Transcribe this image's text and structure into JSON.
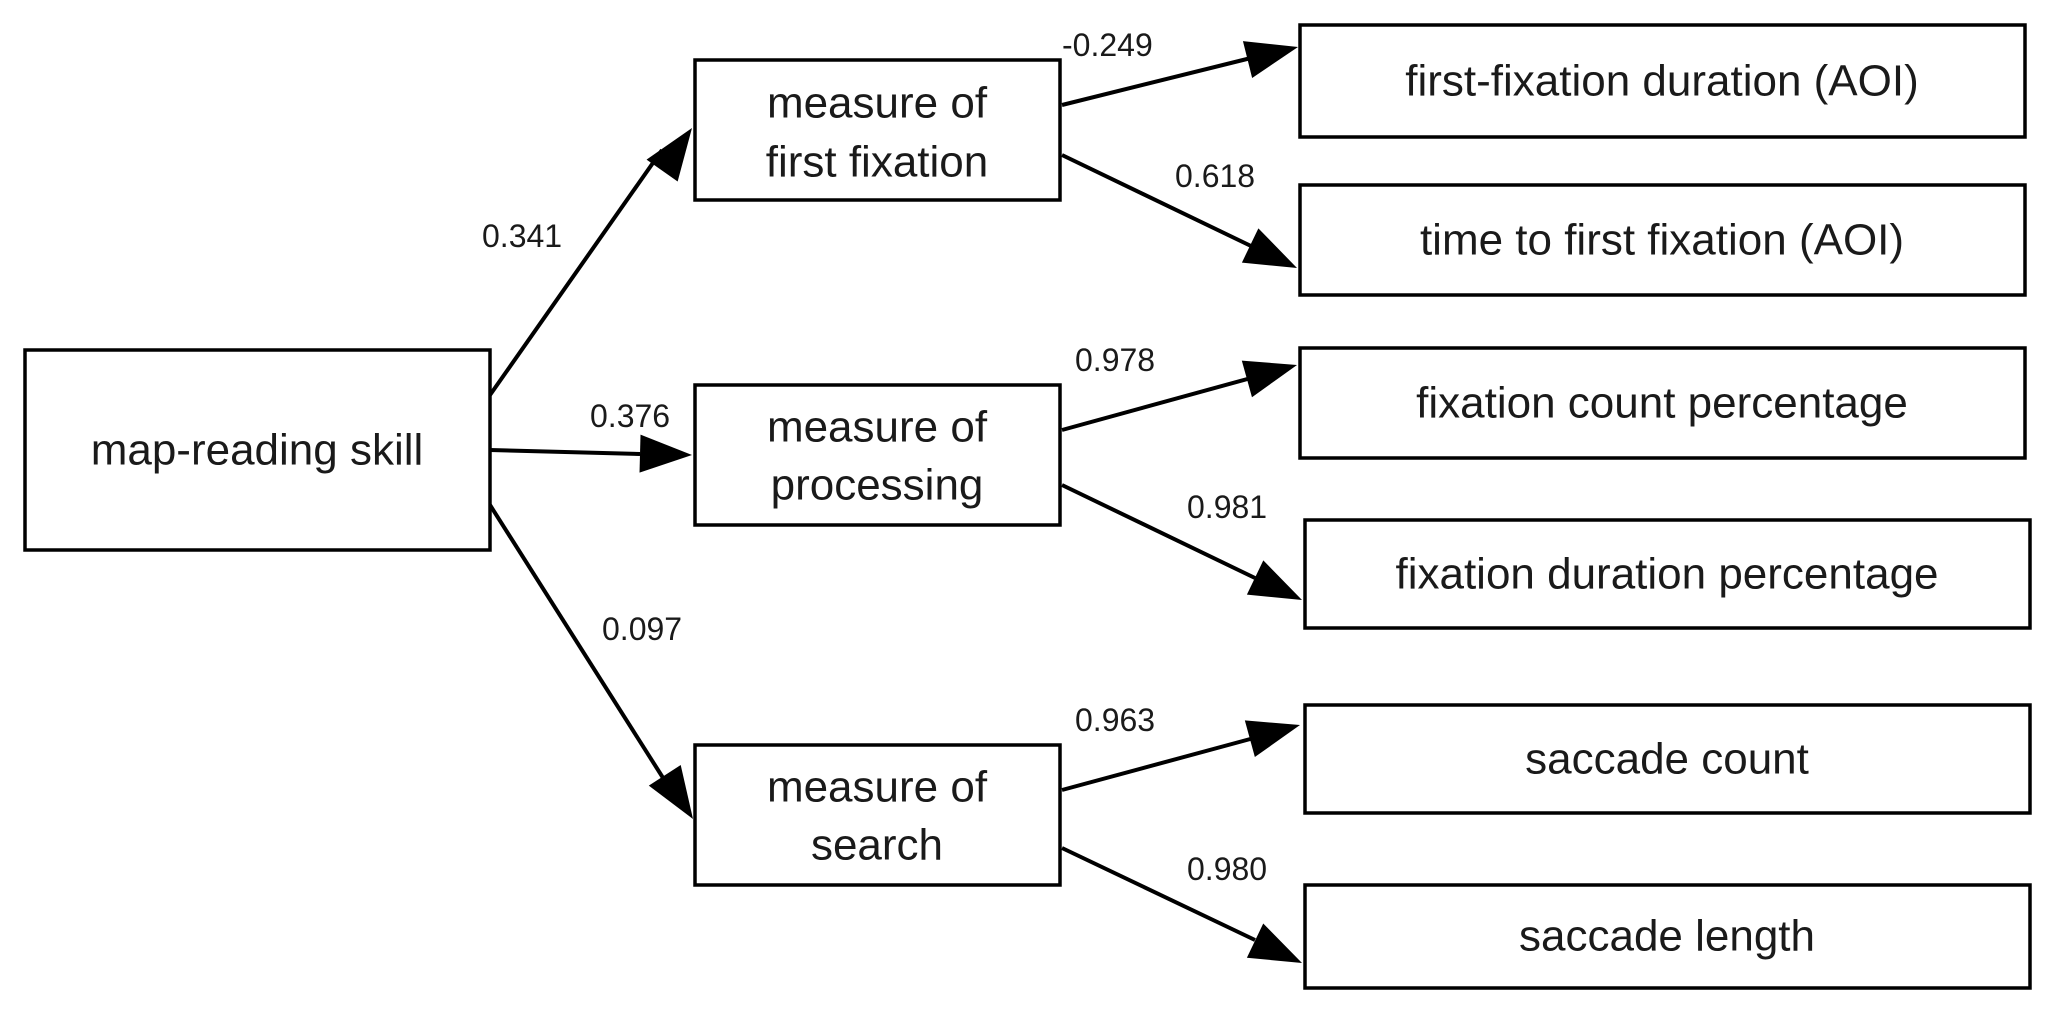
{
  "nodes": {
    "skill": {
      "lines": [
        "map-reading skill"
      ]
    },
    "first": {
      "lines": [
        "measure of",
        "first fixation"
      ]
    },
    "proc": {
      "lines": [
        "measure of",
        "processing"
      ]
    },
    "search": {
      "lines": [
        "measure of",
        "search"
      ]
    },
    "ffd": {
      "lines": [
        "first-fixation duration (AOI)"
      ]
    },
    "tff": {
      "lines": [
        "time to first fixation (AOI)"
      ]
    },
    "fcp": {
      "lines": [
        "fixation count percentage"
      ]
    },
    "fdp": {
      "lines": [
        "fixation duration percentage"
      ]
    },
    "sc": {
      "lines": [
        "saccade count"
      ]
    },
    "sl": {
      "lines": [
        "saccade length"
      ]
    }
  },
  "edges": [
    {
      "from": "skill",
      "to": "first",
      "weight": "0.341"
    },
    {
      "from": "skill",
      "to": "proc",
      "weight": "0.376"
    },
    {
      "from": "skill",
      "to": "search",
      "weight": "0.097"
    },
    {
      "from": "first",
      "to": "ffd",
      "weight": "-0.249"
    },
    {
      "from": "first",
      "to": "tff",
      "weight": "0.618"
    },
    {
      "from": "proc",
      "to": "fcp",
      "weight": "0.978"
    },
    {
      "from": "proc",
      "to": "fdp",
      "weight": "0.981"
    },
    {
      "from": "search",
      "to": "sc",
      "weight": "0.963"
    },
    {
      "from": "search",
      "to": "sl",
      "weight": "0.980"
    }
  ]
}
